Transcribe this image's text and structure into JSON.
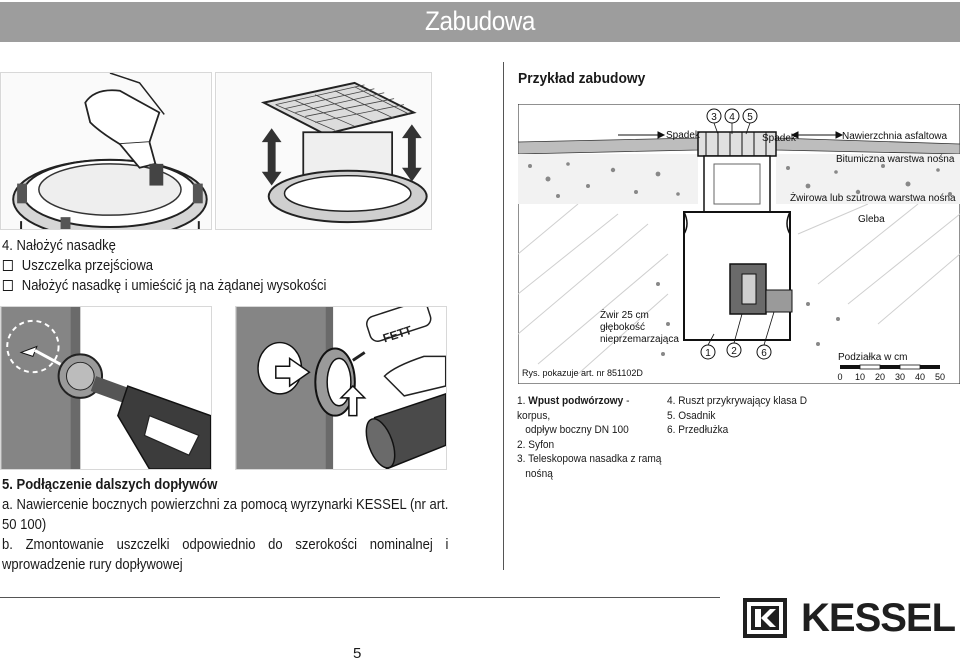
{
  "header": {
    "title": "Zabudowa"
  },
  "step4": {
    "title": "4. Nałożyć nasadkę",
    "items": [
      "Uszczelka przejściowa",
      "Nałożyć nasadkę i umieścić ją na żądanej wysokości"
    ]
  },
  "step5": {
    "title": "5. Podłączenie dalszych dopływów",
    "items": [
      "a. Nawiercenie bocznych powierzchni za pomocą wyrzynarki KESSEL (nr art. 50 100)",
      "b. Zmontowanie uszczelki odpowiednio do szerokości nominalnej i wprowadzenie rury dopływowej"
    ]
  },
  "example": {
    "title": "Przykład zabudowy",
    "labels": {
      "slope_left": "Spadek",
      "slope_right": "Spadek",
      "asphalt": "Nawierzchnia asfaltowa",
      "bitumen": "Bitumiczna warstwa nośna",
      "gravel_layer": "Żwirowa lub szutrowa warstwa nośna",
      "soil": "Gleba",
      "gravel_depth_1": "Żwir 25 cm",
      "gravel_depth_2": "głębokość",
      "gravel_depth_3": "nieprzemarzająca",
      "scale_title": "Podziałka w cm",
      "caption": "Rys. pokazuje art. nr  851102D"
    },
    "callouts": [
      "3",
      "4",
      "5",
      "1",
      "2",
      "6"
    ],
    "scale_ticks": [
      "0",
      "10",
      "20",
      "30",
      "40",
      "50"
    ]
  },
  "legend": {
    "col1": [
      {
        "num": "1.",
        "bold": "Wpust podwórzowy",
        "rest": " - korpus,"
      },
      {
        "num": "",
        "bold": "",
        "rest": "odpływ boczny DN 100",
        "indent": true
      },
      {
        "num": "2.",
        "bold": "",
        "rest": "Syfon"
      },
      {
        "num": "3.",
        "bold": "",
        "rest": "Teleskopowa nasadka z ramą"
      },
      {
        "num": "",
        "bold": "",
        "rest": "nośną",
        "indent": true
      }
    ],
    "col2": [
      "4. Ruszt przykrywający klasa D",
      "5. Osadnik",
      "6. Przedłużka"
    ]
  },
  "photo_labels": {
    "grease": "FETT"
  },
  "footer": {
    "page_number": "5",
    "brand": "KESSEL",
    "brand_mark": "K"
  },
  "colors": {
    "header_bg": "#9d9d9d",
    "text": "#1a1a1a",
    "photo_grey": "#7a7a7a"
  }
}
